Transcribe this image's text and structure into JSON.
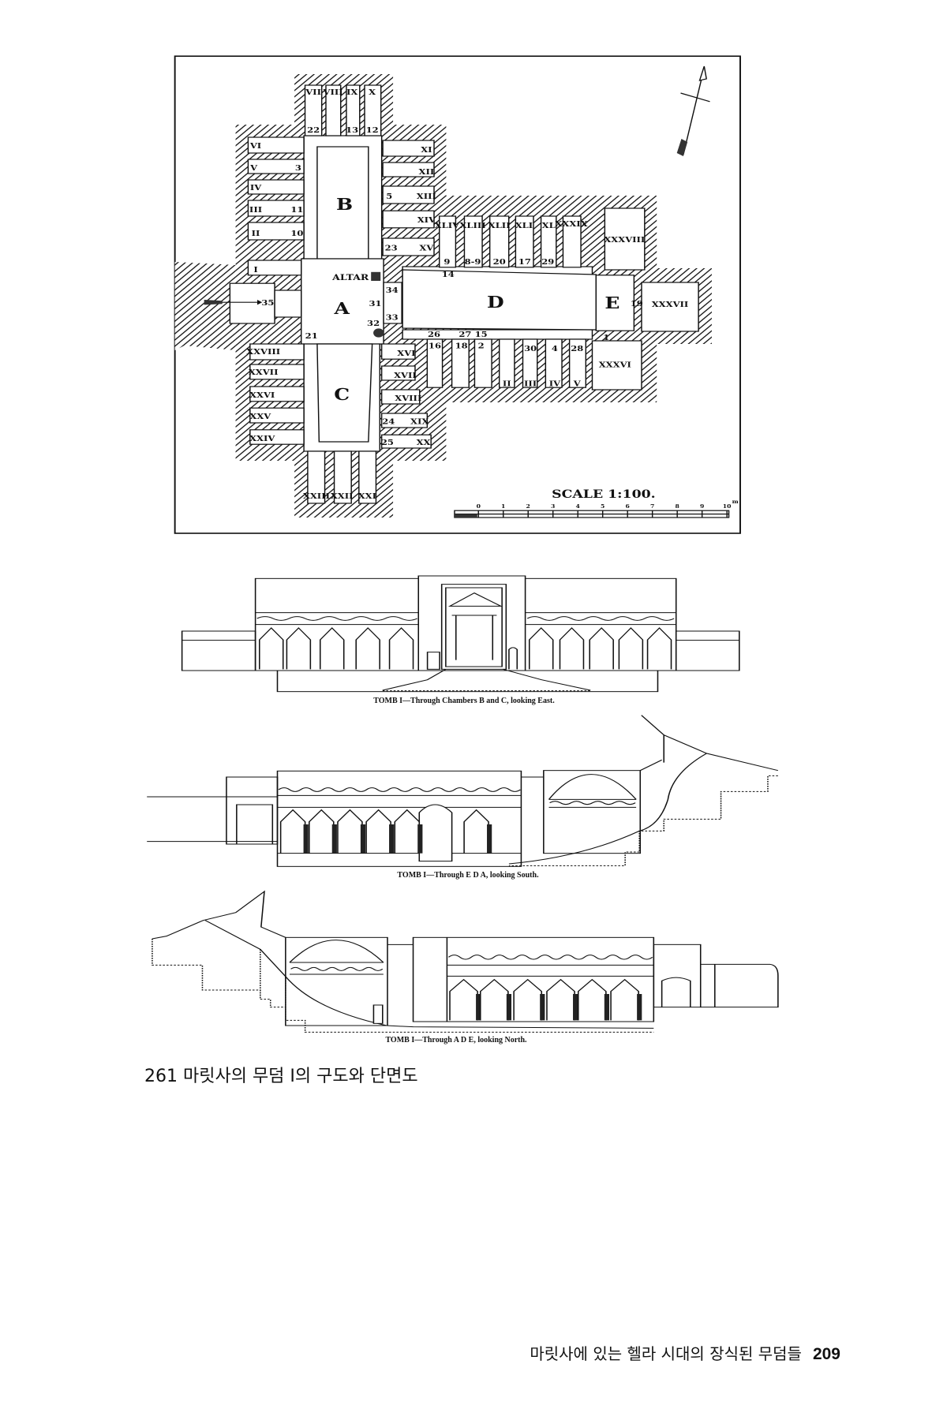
{
  "plan": {
    "chambers": [
      "A",
      "B",
      "C",
      "D",
      "E"
    ],
    "altar": "ALTAR",
    "scale_title": "SCALE 1:100.",
    "scale_ticks": [
      "0",
      "1",
      "2",
      "3",
      "4",
      "5",
      "6",
      "7",
      "8",
      "9",
      "10"
    ],
    "scale_unit": "m",
    "labels": [
      "VII",
      "VIII",
      "IX",
      "X",
      "22",
      "13",
      "12",
      "VI",
      "V",
      "3",
      "IV",
      "III",
      "11",
      "II",
      "10",
      "I",
      "XI",
      "XII",
      "5",
      "XIII",
      "XIV",
      "23",
      "XV",
      "34",
      "31",
      "33",
      "32",
      "21",
      "35",
      "XXVIII",
      "XXVII",
      "XXVI",
      "XXV",
      "XXIV",
      "XVI",
      "XVII",
      "XVIII",
      "24",
      "XIX",
      "25",
      "XX",
      "XXIII",
      "XXII",
      "XXI",
      "XLIV",
      "XLIII",
      "XLII",
      "XLI",
      "XL",
      "XXXIX",
      "9",
      "8-9",
      "20",
      "17",
      "29",
      "14",
      "26",
      "27",
      "15",
      "16",
      "18",
      "2",
      "30",
      "4",
      "28",
      "1",
      "II",
      "III",
      "IV",
      "V",
      "XXXVIII",
      "XXXVII",
      "XXXVI",
      "19"
    ]
  },
  "sections": {
    "east": "TOMB I—Through Chambers B and C, looking East.",
    "south": "TOMB I—Through E D A, looking South.",
    "north": "TOMB I—Through A D E, looking North."
  },
  "figure_caption": "261 마릿사의 무덤 I의 구도와 단면도",
  "footer": {
    "running_title": "마릿사에 있는 헬라 시대의 장식된 무덤들",
    "page_number": "209"
  }
}
